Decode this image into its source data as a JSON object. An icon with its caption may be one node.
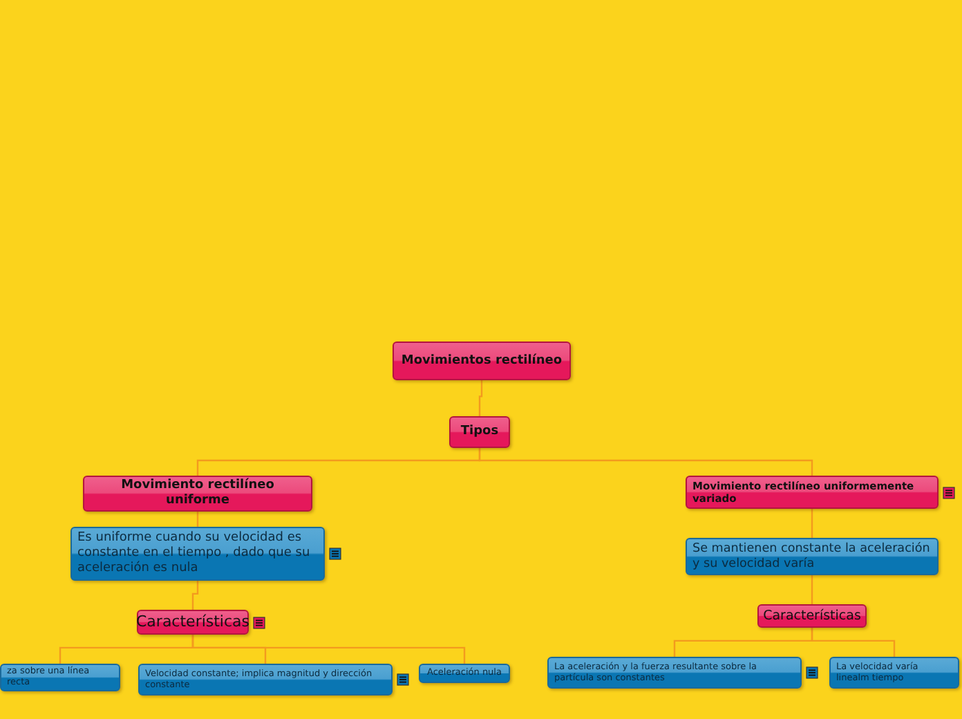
{
  "diagram": {
    "nodes": [
      {
        "text": [
          "Movimientos rectilíneo"
        ]
      },
      {
        "text": [
          "Tipos"
        ]
      },
      {
        "text": [
          "Movimiento rectilíneo uniforme"
        ]
      },
      {
        "text": [
          "Es uniforme cuando su velocidad es constante en el tiempo , dado que su aceleración es nula"
        ]
      },
      {
        "text": [
          "Características"
        ]
      },
      {
        "text": [
          "za sobre una línea recta"
        ]
      },
      {
        "text": [
          "Velocidad constante; implica magnitud y dirección constante"
        ]
      },
      {
        "text": [
          "Aceleración nula"
        ]
      },
      {
        "text": [
          "Movimiento rectilíneo uniformemente variado"
        ]
      },
      {
        "text": [
          "Se mantienen constante la aceleración y su velocidad varía"
        ]
      },
      {
        "text": [
          "Características"
        ]
      },
      {
        "text": [
          "La aceleración y la fuerza resultante sobre la partícula son constantes"
        ]
      },
      {
        "text": [
          "La velocidad varía linealm tiempo"
        ]
      }
    ],
    "edges": [
      {
        "from": 0,
        "to": 1,
        "arrow": "none"
      },
      {
        "from": 1,
        "to": 2,
        "arrow": "none"
      },
      {
        "from": 1,
        "to": 8,
        "arrow": "none"
      },
      {
        "from": 2,
        "to": 3,
        "arrow": "none"
      },
      {
        "from": 3,
        "to": 4,
        "arrow": "none"
      },
      {
        "from": 4,
        "to": 5,
        "arrow": "none"
      },
      {
        "from": 4,
        "to": 6,
        "arrow": "none"
      },
      {
        "from": 4,
        "to": 7,
        "arrow": "none"
      },
      {
        "from": 8,
        "to": 9,
        "arrow": "none"
      },
      {
        "from": 9,
        "to": 10,
        "arrow": "none"
      },
      {
        "from": 10,
        "to": 11,
        "arrow": "none"
      },
      {
        "from": 10,
        "to": 12,
        "arrow": "none"
      }
    ]
  }
}
